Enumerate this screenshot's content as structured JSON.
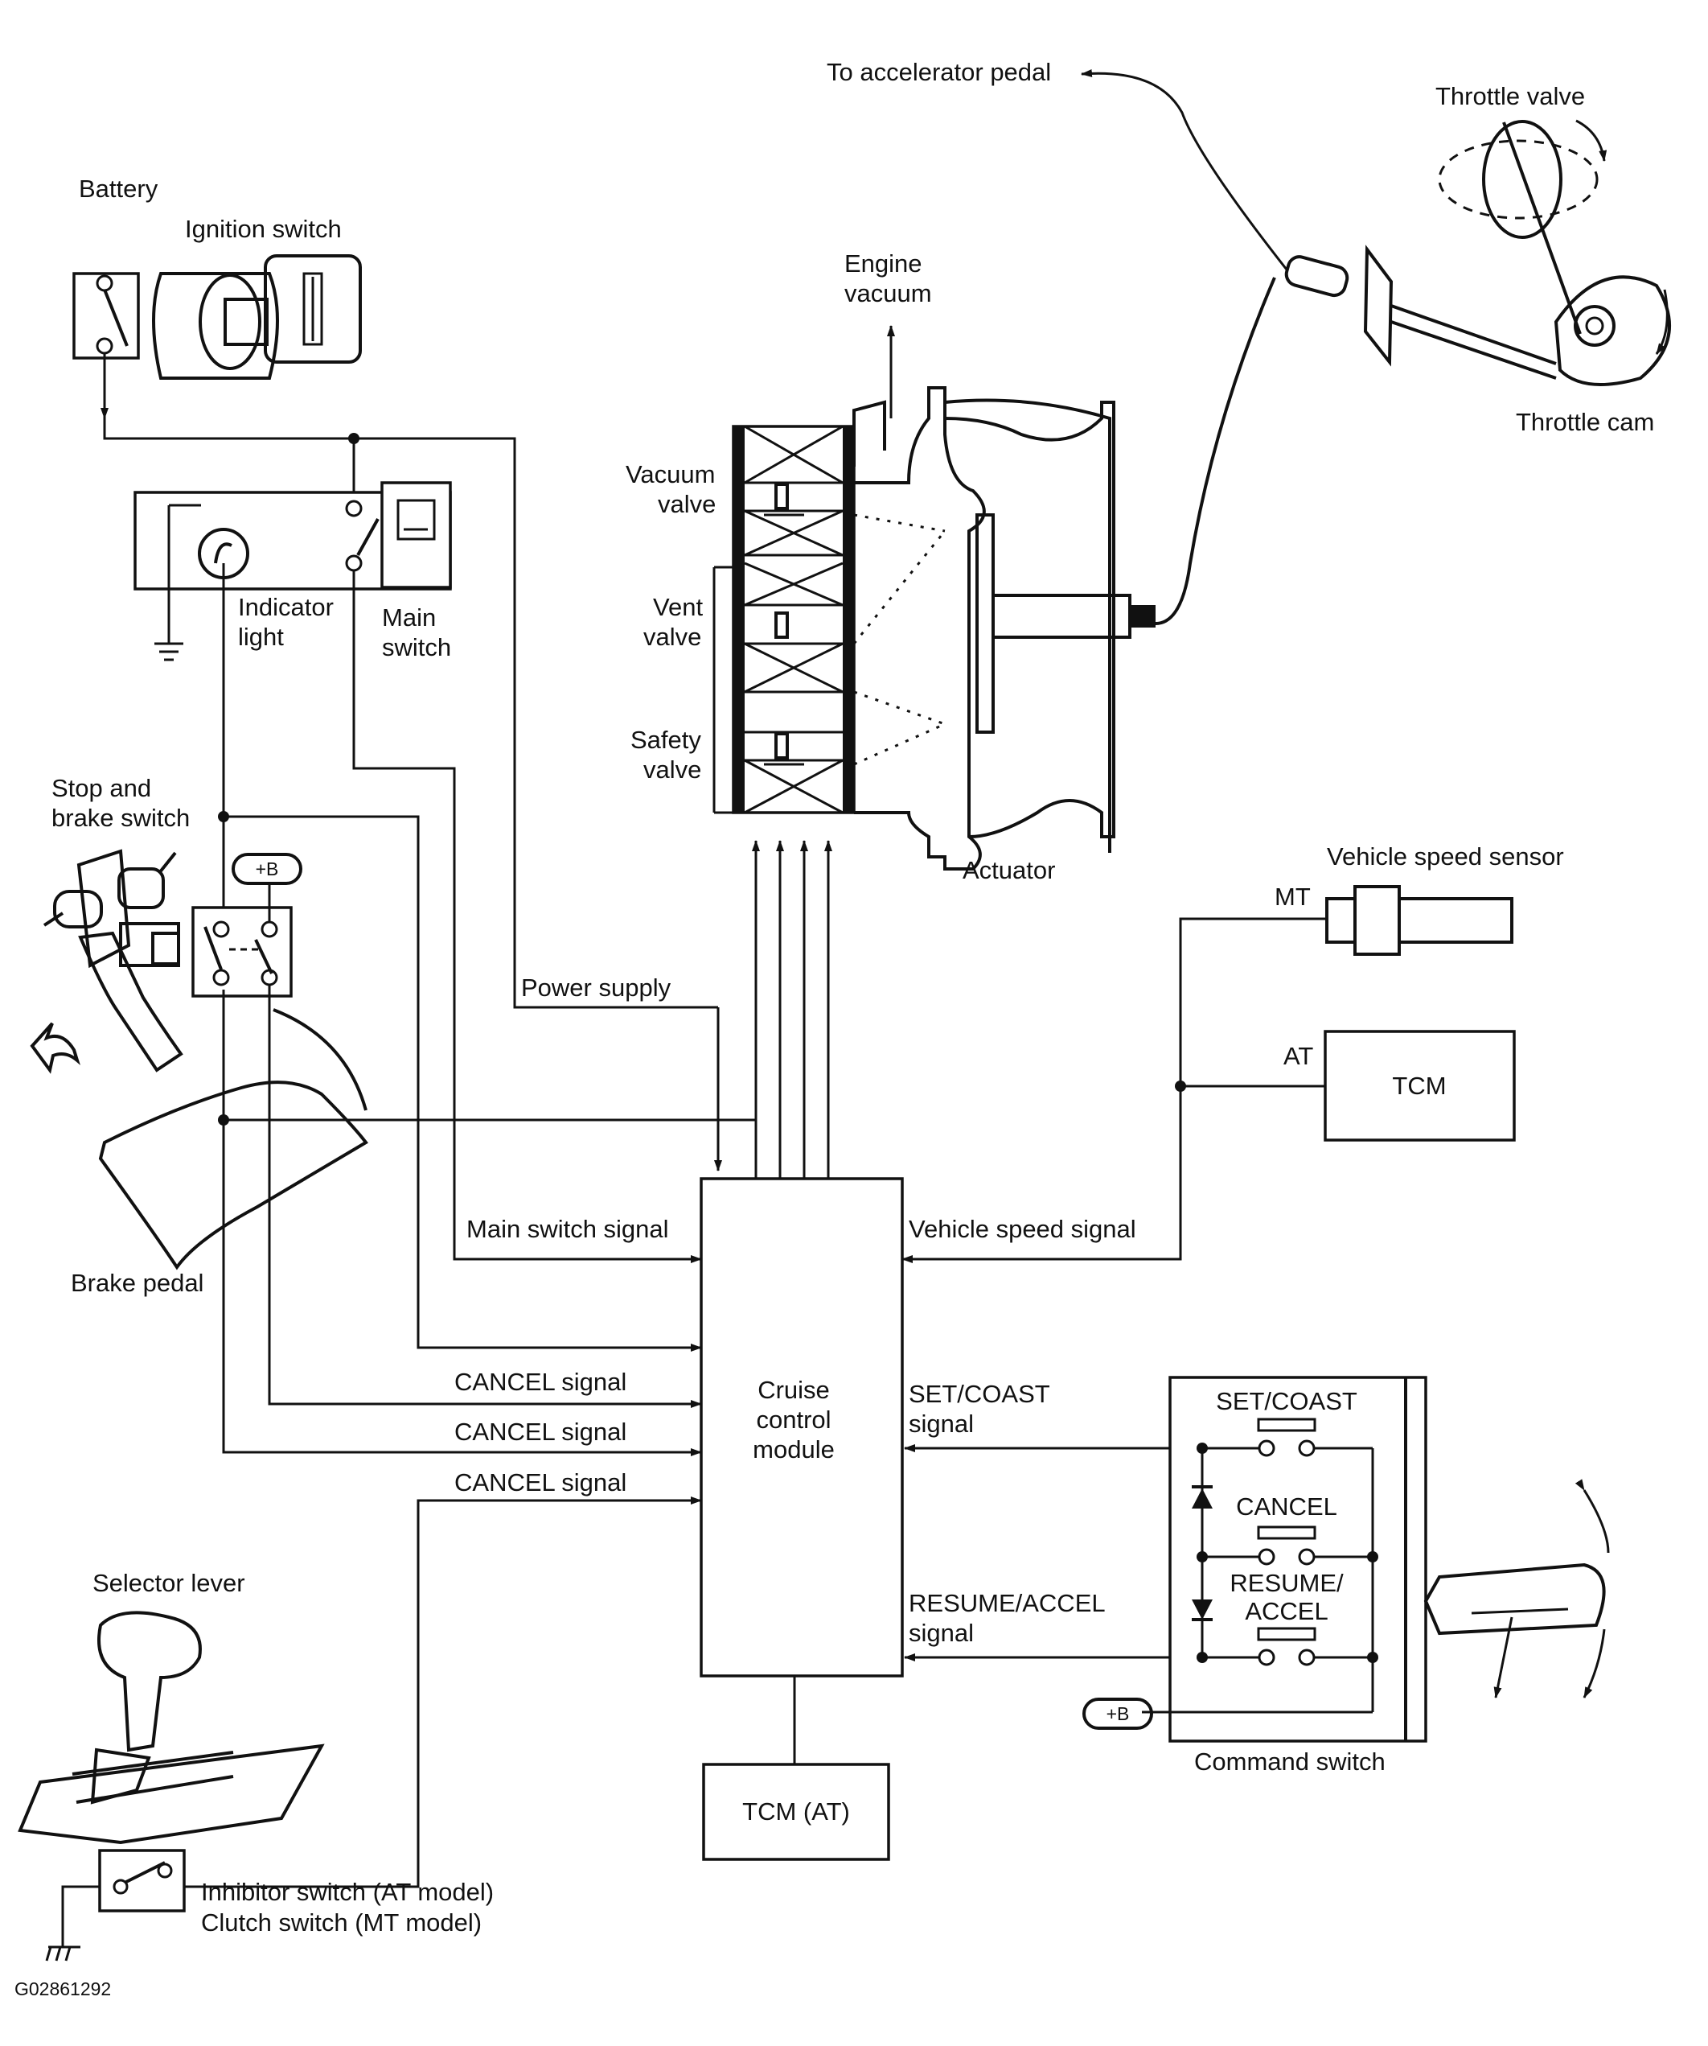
{
  "labels": {
    "to_accelerator_pedal": "To accelerator pedal",
    "throttle_valve": "Throttle valve",
    "throttle_cam": "Throttle cam",
    "battery": "Battery",
    "ignition_switch": "Ignition switch",
    "engine_vacuum_1": "Engine",
    "engine_vacuum_2": "vacuum",
    "vacuum_valve_1": "Vacuum",
    "vacuum_valve_2": "valve",
    "vent_valve_1": "Vent",
    "vent_valve_2": "valve",
    "safety_valve_1": "Safety",
    "safety_valve_2": "valve",
    "actuator": "Actuator",
    "indicator_light_1": "Indicator",
    "indicator_light_2": "light",
    "main_switch_1": "Main",
    "main_switch_2": "switch",
    "stop_brake_switch_1": "Stop and",
    "stop_brake_switch_2": "brake switch",
    "plus_b": "+B",
    "vehicle_speed_sensor": "Vehicle speed sensor",
    "mt": "MT",
    "at": "AT",
    "tcm": "TCM",
    "power_supply": "Power supply",
    "brake_pedal": "Brake pedal",
    "main_switch_signal": "Main switch signal",
    "vehicle_speed_signal": "Vehicle speed signal",
    "cancel_signal_1": "CANCEL signal",
    "cancel_signal_2": "CANCEL signal",
    "cancel_signal_3": "CANCEL signal",
    "cruise_control_module_1": "Cruise",
    "cruise_control_module_2": "control",
    "cruise_control_module_3": "module",
    "set_coast_signal_1": "SET/COAST",
    "set_coast_signal_2": "signal",
    "resume_accel_signal_1": "RESUME/ACCEL",
    "resume_accel_signal_2": "signal",
    "sw_set_coast": "SET/COAST",
    "sw_cancel": "CANCEL",
    "sw_resume_1": "RESUME/",
    "sw_resume_2": "ACCEL",
    "command_switch": "Command switch",
    "selector_lever": "Selector lever",
    "tcm_at": "TCM (AT)",
    "inhibitor_switch": "Inhibitor switch (AT model)",
    "clutch_switch": "Clutch switch (MT model)",
    "figure_id": "G02861292"
  }
}
